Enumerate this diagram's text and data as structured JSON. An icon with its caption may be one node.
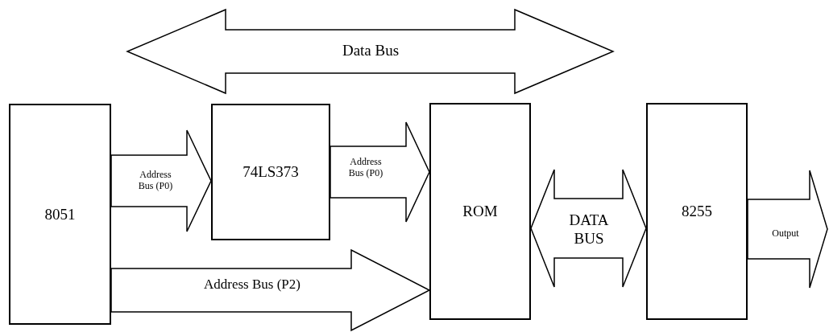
{
  "diagram": {
    "nodes": [
      {
        "text": [
          "8051"
        ]
      },
      {
        "text": [
          "74LS373"
        ]
      },
      {
        "text": [
          "ROM"
        ]
      },
      {
        "text": [
          "8255"
        ]
      }
    ],
    "edges": [
      {
        "from": 0,
        "to": 1,
        "arrow": "to",
        "label": "Address Bus (P0)"
      },
      {
        "from": 1,
        "to": 2,
        "arrow": "to",
        "label": "Address Bus (P0)"
      },
      {
        "from": 0,
        "to": 2,
        "arrow": "to",
        "label": "Address Bus (P2)"
      },
      {
        "from": 2,
        "to": 3,
        "arrow": "both",
        "label": "DATA BUS"
      },
      {
        "from": 3,
        "to": null,
        "arrow": "to",
        "label": "Output"
      }
    ],
    "labels": [
      "Data Bus"
    ]
  }
}
